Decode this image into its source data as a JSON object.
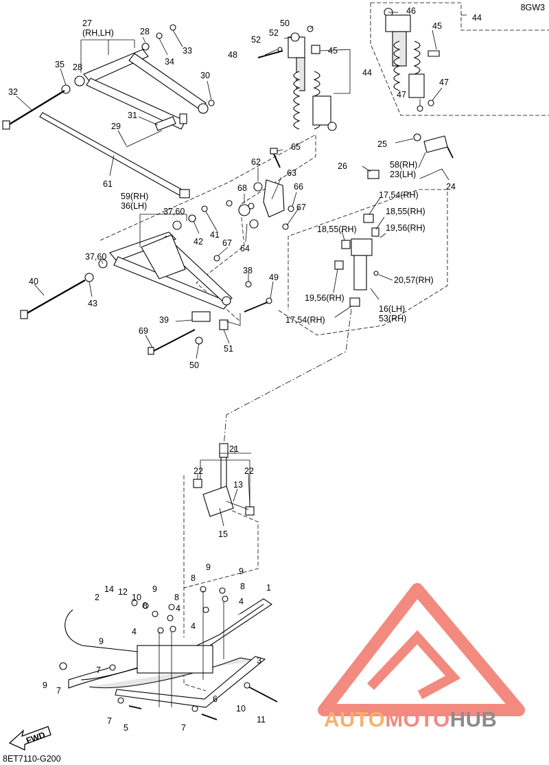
{
  "diagram": {
    "code_top": "8GW3",
    "code_bottom": "8ET7110-G200",
    "fwd_label": "FWD",
    "watermark": {
      "part1": "AUTO",
      "part2": "MOTO",
      "part3": "HUB",
      "colors": [
        "#f5b26a",
        "#f28a80",
        "#8c8c8c"
      ]
    },
    "callouts": [
      "27\n(RH,LH)",
      "28",
      "28",
      "33",
      "34",
      "35",
      "32",
      "30",
      "31",
      "29",
      "61",
      "50",
      "52",
      "52",
      "48",
      "45",
      "44",
      "46",
      "45",
      "44",
      "47",
      "47",
      "65",
      "62",
      "63",
      "68",
      "66",
      "67",
      "64",
      "67",
      "59(RH)\n36(LH)",
      "37,60",
      "37,60",
      "42",
      "41",
      "40",
      "43",
      "38",
      "49",
      "39",
      "69",
      "50",
      "51",
      "25",
      "26",
      "58(RH)\n23(LH)",
      "24",
      "17,54(RH)",
      "18,55(RH)",
      "18,55(RH)",
      "19,56(RH)",
      "19,56(RH)",
      "20,57(RH)",
      "17,54(RH)",
      "16(LH)\n53(RH)",
      "21",
      "22",
      "22",
      "13",
      "15",
      "9",
      "9",
      "8",
      "8",
      "4",
      "4",
      "14",
      "12",
      "10",
      "8",
      "9",
      "8",
      "4",
      "4",
      "2",
      "1",
      "3",
      "9",
      "7",
      "9",
      "7",
      "7",
      "5",
      "7",
      "6",
      "10",
      "11"
    ]
  }
}
